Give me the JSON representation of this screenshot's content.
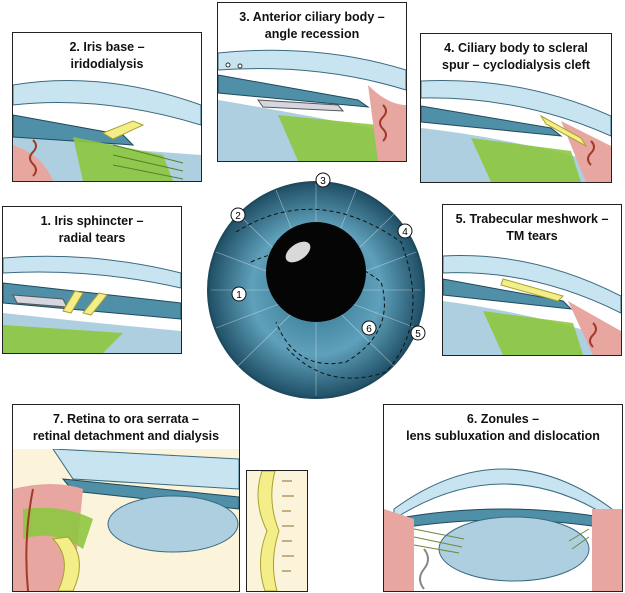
{
  "panels": {
    "p2": {
      "line1": "2. Iris base –",
      "line2": "iridodialysis"
    },
    "p3": {
      "line1": "3. Anterior ciliary body –",
      "line2": "angle recession"
    },
    "p4": {
      "line1": "4. Ciliary body to scleral",
      "line2": "spur – cyclodialysis cleft"
    },
    "p1": {
      "line1": "1. Iris sphincter –",
      "line2": "radial tears"
    },
    "p5": {
      "line1": "5. Trabecular meshwork –",
      "line2": "TM tears"
    },
    "p7": {
      "line1": "7. Retina to ora serrata –",
      "line2": "retinal detachment and dialysis"
    },
    "p6": {
      "line1": "6. Zonules –",
      "line2": "lens subluxation and dislocation"
    }
  },
  "markers": [
    "1",
    "2",
    "3",
    "4",
    "5",
    "6"
  ],
  "colors": {
    "iris": "#4f8fa8",
    "cornea": "#c8e4f0",
    "ciliary": "#8dc63f",
    "uvea": "#e7a7a0",
    "lens": "#aecfe0",
    "tear": "#f4ee88"
  }
}
